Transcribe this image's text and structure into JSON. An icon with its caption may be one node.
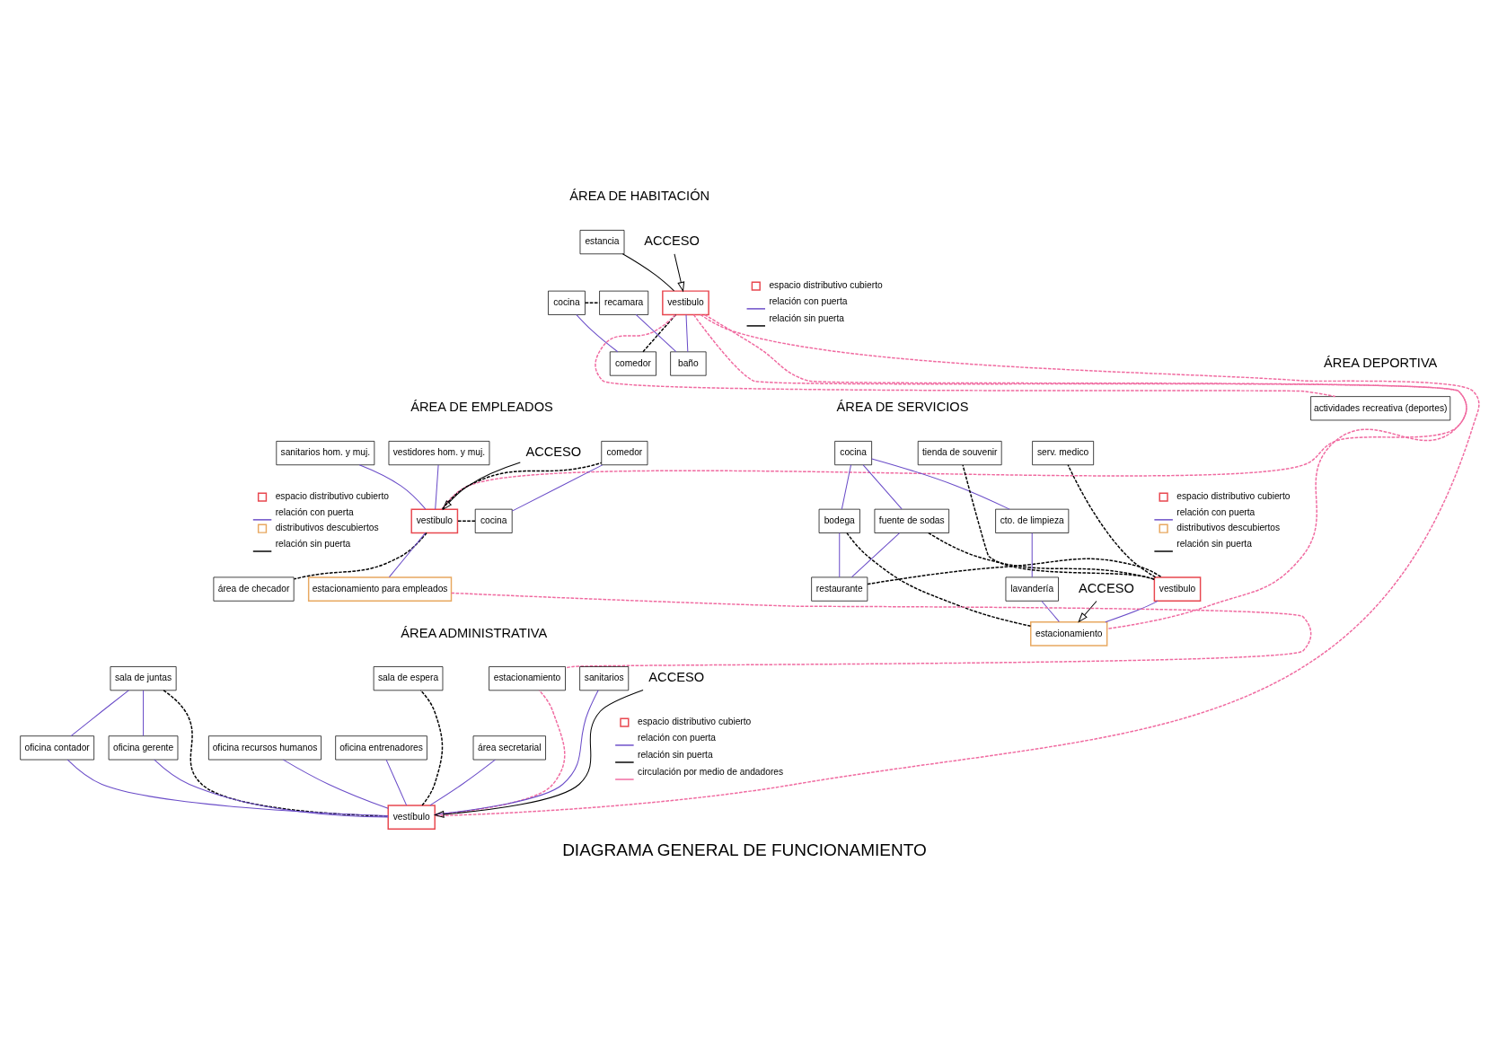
{
  "diagram": {
    "title": "DIAGRAMA GENERAL DE FUNCIONAMIENTO",
    "nodes": [
      {
        "text": [
          "cocina"
        ]
      },
      {
        "text": [
          "estancia"
        ]
      },
      {
        "text": [
          "recamara"
        ]
      },
      {
        "text": [
          "comedor"
        ]
      },
      {
        "text": [
          "vestibulo"
        ]
      },
      {
        "text": [
          "baño"
        ]
      },
      {
        "text": [
          "ACCESO"
        ]
      },
      {
        "text": [
          "actividades recreativa (deportes)"
        ]
      },
      {
        "text": [
          "cocina"
        ]
      },
      {
        "text": [
          "bodega"
        ]
      },
      {
        "text": [
          "fuente de sodas"
        ]
      },
      {
        "text": [
          "restaurante"
        ]
      },
      {
        "text": [
          "cto. de limpieza"
        ]
      },
      {
        "text": [
          "tienda de souvenir"
        ]
      },
      {
        "text": [
          "vestibulo"
        ]
      },
      {
        "text": [
          "serv. medico"
        ]
      },
      {
        "text": [
          "lavandería"
        ]
      },
      {
        "text": [
          "estacionamiento"
        ]
      },
      {
        "text": [
          "ACCESO"
        ]
      },
      {
        "text": [
          "sanitarios hom. y muj."
        ]
      },
      {
        "text": [
          "vestidores hom. y muj."
        ]
      },
      {
        "text": [
          "comedor"
        ]
      },
      {
        "text": [
          "área de checador"
        ]
      },
      {
        "text": [
          "vestibulo"
        ]
      },
      {
        "text": [
          "cocina"
        ]
      },
      {
        "text": [
          "estacionamiento para empleados"
        ]
      },
      {
        "text": [
          "ACCESO"
        ]
      },
      {
        "text": [
          "sala de juntas"
        ]
      },
      {
        "text": [
          "oficina contador"
        ]
      },
      {
        "text": [
          "oficina recursos humanos"
        ]
      },
      {
        "text": [
          "oficina entrenadores"
        ]
      },
      {
        "text": [
          "oficina gerente"
        ]
      },
      {
        "text": [
          "sala de espera"
        ]
      },
      {
        "text": [
          "vestíbulo"
        ]
      },
      {
        "text": [
          "área secretarial"
        ]
      },
      {
        "text": [
          "estacionamiento"
        ]
      },
      {
        "text": [
          "sanitarios"
        ]
      },
      {
        "text": [
          "ACCESO"
        ]
      }
    ],
    "edges": [
      {
        "from": 0,
        "to": 3,
        "arrow": "none",
        "color": "#6a4cc8"
      },
      {
        "from": 2,
        "to": 5,
        "arrow": "none",
        "color": "#6a4cc8"
      },
      {
        "from": 1,
        "to": 4,
        "arrow": "none",
        "color": "#000000"
      },
      {
        "from": 0,
        "to": 2,
        "arrow": "none",
        "style": "dashed",
        "color": "#000000"
      },
      {
        "from": 3,
        "to": 4,
        "arrow": "none",
        "style": "dashed",
        "color": "#000000"
      },
      {
        "from": 4,
        "to": 5,
        "arrow": "none",
        "color": "#6a4cc8"
      },
      {
        "from": 6,
        "to": 4,
        "arrow": "to",
        "color": "#000000"
      },
      {
        "from": 4,
        "to": 7,
        "arrow": "none",
        "style": "dashed",
        "color": "#f06aa0"
      },
      {
        "from": 8,
        "to": 10,
        "arrow": "none",
        "color": "#6a4cc8"
      },
      {
        "from": 8,
        "to": 9,
        "arrow": "none",
        "color": "#6a4cc8"
      },
      {
        "from": 9,
        "to": 11,
        "arrow": "none",
        "color": "#6a4cc8"
      },
      {
        "from": 8,
        "to": 12,
        "arrow": "none",
        "color": "#6a4cc8"
      },
      {
        "from": 10,
        "to": 11,
        "arrow": "none",
        "color": "#6a4cc8"
      },
      {
        "from": 10,
        "to": 14,
        "arrow": "none",
        "style": "dashed",
        "color": "#000000"
      },
      {
        "from": 11,
        "to": 14,
        "arrow": "none",
        "style": "dashed",
        "color": "#000000"
      },
      {
        "from": 14,
        "to": 13,
        "arrow": "none",
        "style": "dashed",
        "color": "#000000"
      },
      {
        "from": 14,
        "to": 15,
        "arrow": "none",
        "style": "dashed",
        "color": "#000000"
      },
      {
        "from": 14,
        "to": 17,
        "arrow": "none",
        "color": "#6a4cc8"
      },
      {
        "from": 12,
        "to": 16,
        "arrow": "none",
        "color": "#6a4cc8"
      },
      {
        "from": 16,
        "to": 17,
        "arrow": "none",
        "color": "#6a4cc8"
      },
      {
        "from": 9,
        "to": 17,
        "arrow": "none",
        "style": "dashed",
        "color": "#000000"
      },
      {
        "from": 18,
        "to": 17,
        "arrow": "to",
        "color": "#000000"
      },
      {
        "from": 4,
        "to": 17,
        "arrow": "none",
        "style": "dashed",
        "color": "#f06aa0"
      },
      {
        "from": 19,
        "to": 23,
        "arrow": "none",
        "color": "#6a4cc8"
      },
      {
        "from": 20,
        "to": 23,
        "arrow": "none",
        "color": "#6a4cc8"
      },
      {
        "from": 23,
        "to": 21,
        "arrow": "none",
        "style": "dashed",
        "color": "#000000"
      },
      {
        "from": 23,
        "to": 22,
        "arrow": "none",
        "style": "dashed",
        "color": "#000000"
      },
      {
        "from": 21,
        "to": 24,
        "arrow": "none",
        "color": "#6a4cc8"
      },
      {
        "from": 24,
        "to": 23,
        "arrow": "none",
        "style": "dashed",
        "color": "#000000"
      },
      {
        "from": 23,
        "to": 25,
        "arrow": "none",
        "color": "#6a4cc8"
      },
      {
        "from": 26,
        "to": 23,
        "arrow": "to",
        "color": "#000000"
      },
      {
        "from": 4,
        "to": 23,
        "arrow": "none",
        "style": "dashed",
        "color": "#f06aa0"
      },
      {
        "from": 25,
        "to": 35,
        "arrow": "none",
        "style": "dashed",
        "color": "#f06aa0"
      },
      {
        "from": 27,
        "to": 28,
        "arrow": "none",
        "color": "#6a4cc8"
      },
      {
        "from": 27,
        "to": 31,
        "arrow": "none",
        "color": "#6a4cc8"
      },
      {
        "from": 27,
        "to": 33,
        "arrow": "none",
        "style": "dashed",
        "color": "#000000"
      },
      {
        "from": 28,
        "to": 33,
        "arrow": "none",
        "color": "#6a4cc8"
      },
      {
        "from": 29,
        "to": 33,
        "arrow": "none",
        "color": "#6a4cc8"
      },
      {
        "from": 30,
        "to": 33,
        "arrow": "none",
        "color": "#6a4cc8"
      },
      {
        "from": 31,
        "to": 33,
        "arrow": "none",
        "color": "#6a4cc8"
      },
      {
        "from": 34,
        "to": 33,
        "arrow": "none",
        "color": "#6a4cc8"
      },
      {
        "from": 36,
        "to": 33,
        "arrow": "none",
        "color": "#6a4cc8"
      },
      {
        "from": 33,
        "to": 32,
        "arrow": "none",
        "style": "dashed",
        "color": "#000000"
      },
      {
        "from": 37,
        "to": 33,
        "arrow": "to",
        "color": "#000000"
      },
      {
        "from": 4,
        "to": 33,
        "arrow": "none",
        "style": "dashed",
        "color": "#f06aa0"
      },
      {
        "from": 33,
        "to": 35,
        "arrow": "none",
        "style": "dashed",
        "color": "#f06aa0"
      }
    ],
    "labels": [
      "ÁREA DE HABITACIÓN",
      "ÁREA DEPORTIVA",
      "ÁREA DE SERVICIOS",
      "ÁREA DE EMPLEADOS",
      "ÁREA ADMINISTRATIVA"
    ],
    "legend": [
      {
        "text": "espacio distributivo cubierto",
        "color": "#e8474f"
      },
      {
        "text": "relación con puerta"
      },
      {
        "text": "relación sin puerta"
      },
      {
        "text": "espacio distributivo cubierto",
        "color": "#e8474f"
      },
      {
        "text": "relación con puerta"
      },
      {
        "text": "distributivos descubiertos",
        "color": "#e8a860"
      },
      {
        "text": "relación sin puerta"
      },
      {
        "text": "espacio distributivo cubierto",
        "color": "#e8474f"
      },
      {
        "text": "relación con puerta"
      },
      {
        "text": "distributivos descubiertos",
        "color": "#e8a860"
      },
      {
        "text": "relación sin puerta"
      },
      {
        "text": "espacio distributivo cubierto",
        "color": "#e8474f"
      },
      {
        "text": "relación con puerta"
      },
      {
        "text": "relación sin puerta"
      },
      {
        "text": "circulación por medio de andadores"
      }
    ]
  }
}
